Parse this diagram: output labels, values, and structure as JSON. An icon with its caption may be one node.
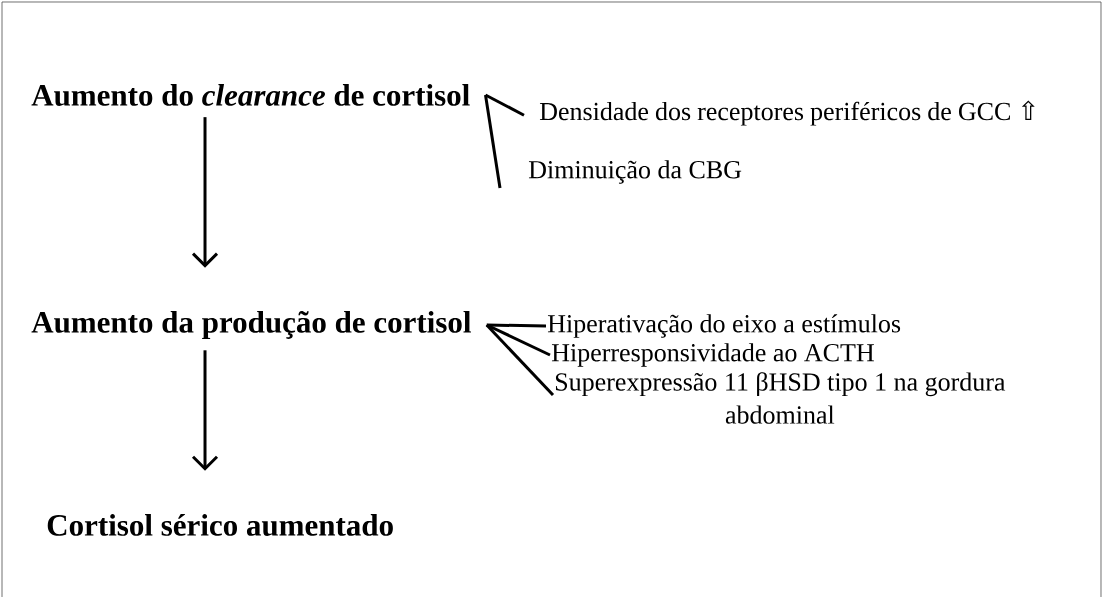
{
  "diagram": {
    "nodes": [
      {
        "text": [
          "Aumento do *clearance* de cortisol"
        ]
      },
      {
        "text": [
          "Aumento da produção de cortisol"
        ]
      },
      {
        "text": [
          "Cortisol sérico aumentado"
        ]
      },
      {
        "text": [
          "Densidade dos receptores periféricos de GCC ⇧"
        ]
      },
      {
        "text": [
          "Diminuição da CBG"
        ]
      },
      {
        "text": [
          "Hiperativação do eixo a estímulos"
        ]
      },
      {
        "text": [
          "Hiperresponsividade ao ACTH"
        ]
      },
      {
        "text": [
          "Superexpressão 11 βHSD tipo 1 na gordura abdominal"
        ]
      }
    ],
    "edges": [
      {
        "from": 0,
        "to": 1,
        "arrow": "to"
      },
      {
        "from": 1,
        "to": 2,
        "arrow": "to"
      },
      {
        "from": 0,
        "to": 3,
        "arrow": "none"
      },
      {
        "from": 0,
        "to": 4,
        "arrow": "none"
      },
      {
        "from": 1,
        "to": 5,
        "arrow": "none"
      },
      {
        "from": 1,
        "to": 6,
        "arrow": "none"
      },
      {
        "from": 1,
        "to": 7,
        "arrow": "none"
      }
    ]
  }
}
